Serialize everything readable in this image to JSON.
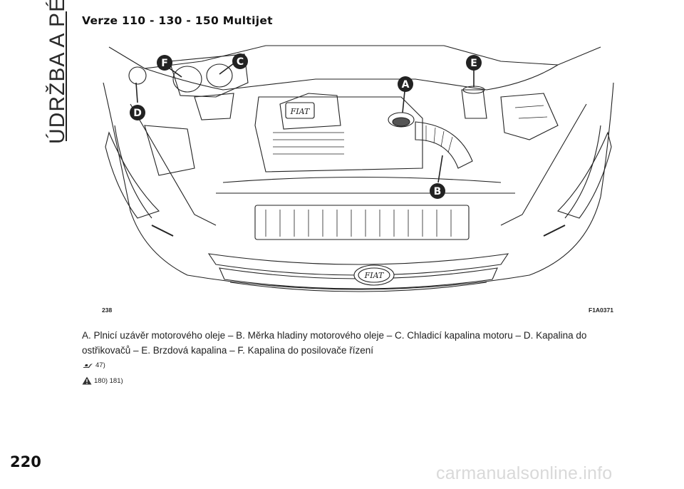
{
  "side_title": "ÚDRŽBA A PÉČE",
  "section_heading": "Verze 110 - 130 - 150 Multijet",
  "figure": {
    "number": "238",
    "code": "F1A0371",
    "callouts": [
      "A",
      "B",
      "C",
      "D",
      "E",
      "F"
    ],
    "grille_logo": "FIAT",
    "engine_logo": "FIAT"
  },
  "caption": "A. Plnicí uzávěr motorového oleje – B. Měrka hladiny motorového oleje – C. Chladicí kapalina motoru – D. Kapalina do ostřikovačů – E. Brzdová kapalina – F. Kapalina do posilovače řízení",
  "refs": [
    {
      "icon": "oil-can-icon",
      "text": "47)"
    },
    {
      "icon": "warning-triangle-icon",
      "text": "180) 181)"
    }
  ],
  "page_number": "220",
  "watermark": "carmanualsonline.info"
}
